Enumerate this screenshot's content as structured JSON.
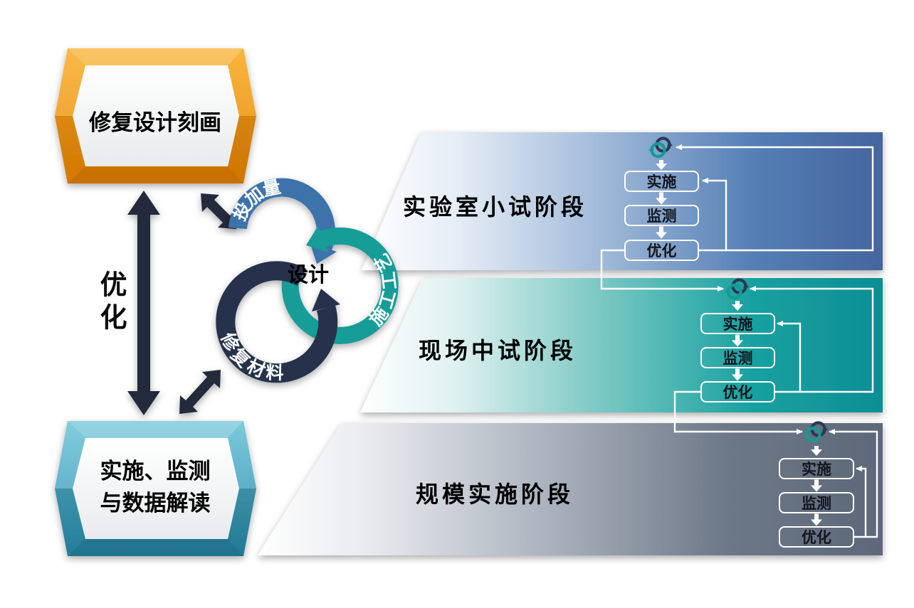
{
  "left_flow": {
    "top_box_label": "修复设计刻画",
    "optimize_label": "优化",
    "bottom_box_line1": "实施、监测",
    "bottom_box_line2": "与数据解读"
  },
  "design_cycle": {
    "center_label": "设计",
    "dosage_label": "投加量",
    "process_label": "施工工艺",
    "material_label": "修复材料"
  },
  "stages": [
    {
      "title": "实验室小试阶段",
      "steps": [
        "实施",
        "监测",
        "优化"
      ]
    },
    {
      "title": "现场中试阶段",
      "steps": [
        "实施",
        "监测",
        "优化"
      ]
    },
    {
      "title": "规模实施阶段",
      "steps": [
        "实施",
        "监测",
        "优化"
      ]
    }
  ],
  "colors": {
    "orange_box": "#f0940f",
    "cyan_box": "#4fb0ca",
    "arc_blue": "#3c72ab",
    "arc_teal": "#159d98",
    "arc_dark": "#27324b",
    "band_blue": "#4d7ab2",
    "band_teal": "#109da1",
    "band_gray": "#67727f",
    "connector_white": "#ffffff",
    "arrow_dark": "#232c3a"
  }
}
